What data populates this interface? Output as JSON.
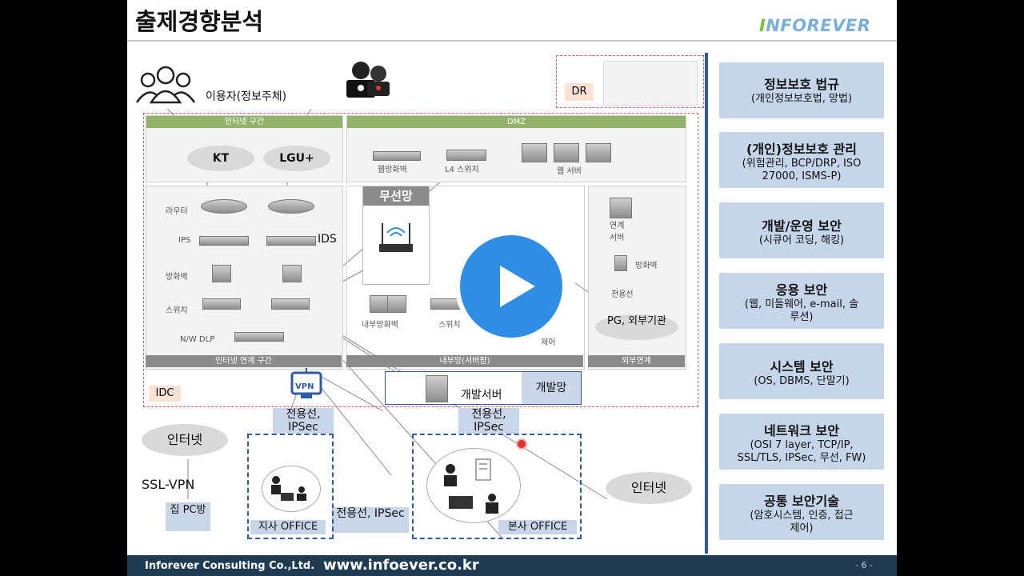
{
  "header": {
    "title": "출제경향분석",
    "logo_first": "I",
    "logo_rest": "NFOREVER"
  },
  "diagram": {
    "users_label": "이용자(정보주체)",
    "dr_label": "DR",
    "idc_label": "IDC",
    "internet_zone": "인터넷 구간",
    "dmz_zone": "DMZ",
    "isp_kt": "KT",
    "isp_lgu": "LGU+",
    "router": "라우터",
    "ips": "IPS",
    "ids": "IDS",
    "firewall": "방화벽",
    "switch": "스위치",
    "nwdlp": "N/W DLP",
    "internet_link_zone": "인터넷 연계 구간",
    "web_firewall": "웹방화벽",
    "l4_switch": "L4 스위치",
    "web_server": "웹 서버",
    "wireless": "무선망",
    "internal_firewall": "내부방화벽",
    "internal_switch": "스위치",
    "internal_control": "제어",
    "internal_zone": "내부망(서버팜)",
    "link_server": "연계 서버",
    "ext_firewall": "방화벽",
    "dedicated_line": "전용선",
    "pg_external": "PG, 외부기관",
    "external_link": "외부연계",
    "dev_server": "개발서버",
    "dev_network": "개발망",
    "vpn": "VPN",
    "leased_ipsec_1": "전용선, IPSec",
    "leased_ipsec_2": "전용선, IPSec",
    "leased_ipsec_3": "전용선, IPSec",
    "internet_left": "인터넷",
    "internet_right": "인터넷",
    "ssl_vpn": "SSL-VPN",
    "home_pc": "집 PC방",
    "branch_office": "지사 OFFICE",
    "head_office": "본사 OFFICE"
  },
  "sidebar": [
    {
      "title": "정보보호 법규",
      "sub": "(개인정보보호법, 망법)"
    },
    {
      "title": "(개인)정보보호 관리",
      "sub": "(위험관리, BCP/DRP, ISO 27000, ISMS-P)"
    },
    {
      "title": "개발/운영 보안",
      "sub": "(시큐어 코딩, 해킹)"
    },
    {
      "title": "응용 보안",
      "sub": "(웹, 미들웨어, e-mail, 솔루션)"
    },
    {
      "title": "시스템 보안",
      "sub": "(OS, DBMS, 단말기)"
    },
    {
      "title": "네트워크 보안",
      "sub": "(OSI 7 layer, TCP/IP, SSL/TLS, IPSec, 무선, FW)"
    },
    {
      "title": "공통 보안기술",
      "sub": "(암호시스템, 인증, 접근제어)"
    }
  ],
  "footer": {
    "company": "Inforever Consulting Co.,Ltd.",
    "url": "www.infoever.co.kr",
    "page": "- 6 -"
  },
  "colors": {
    "accent_blue": "#2f8de4",
    "sidebar_box": "#c5d5ea",
    "footer_bg": "#1e3b52",
    "dashed_red": "#e05a5a"
  }
}
